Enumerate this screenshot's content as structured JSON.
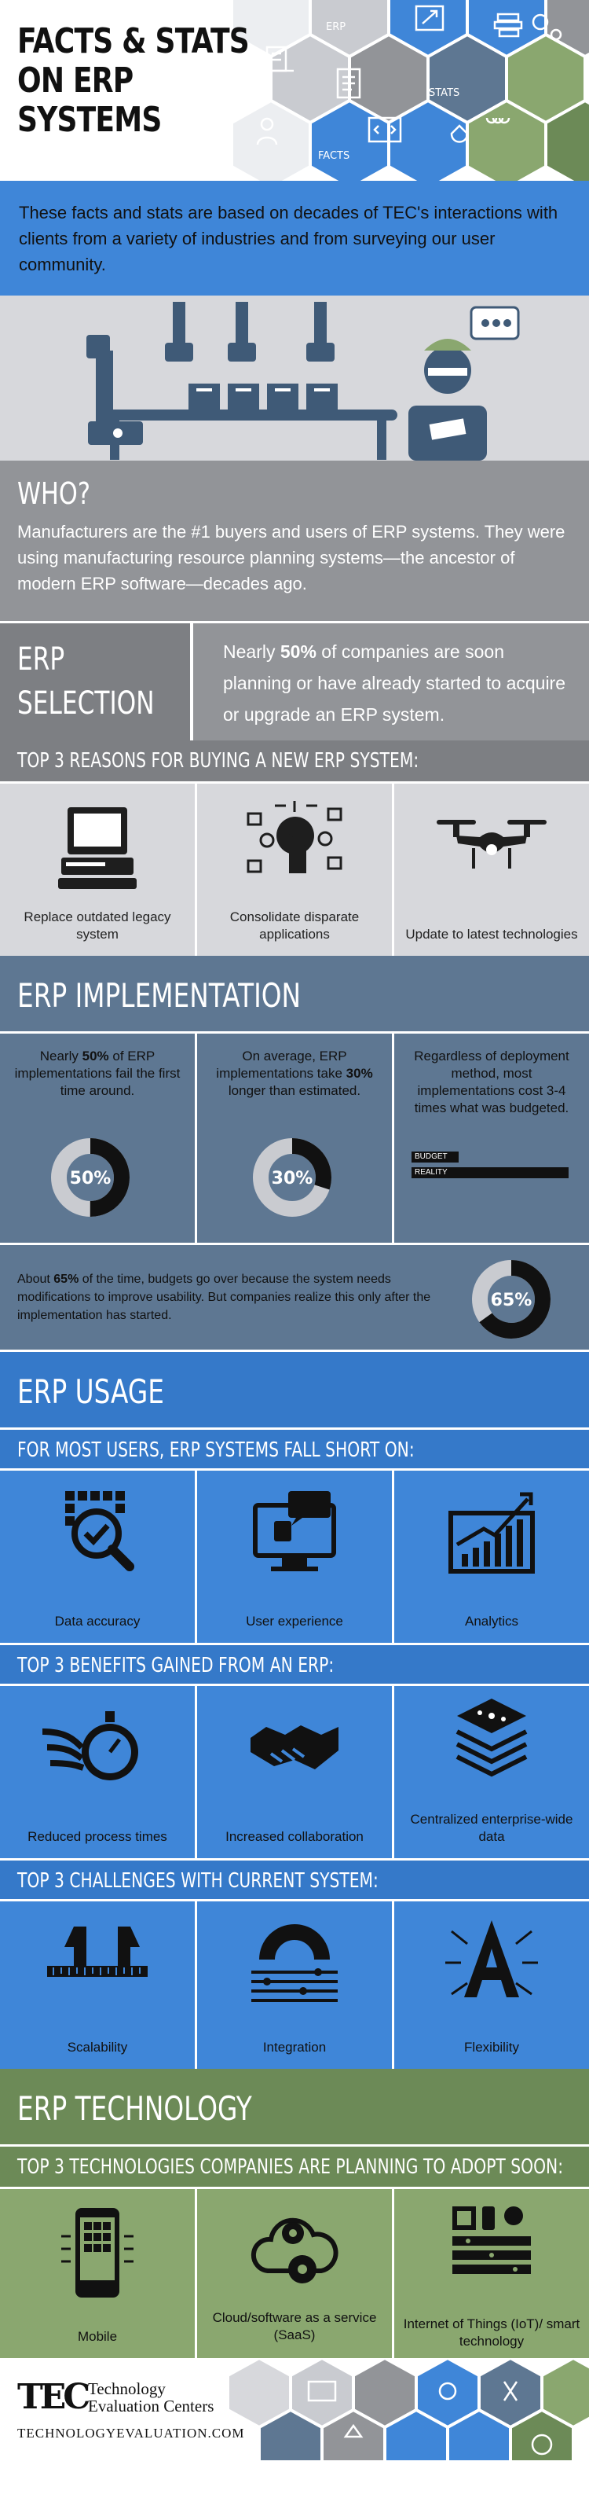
{
  "header": {
    "title_lines": [
      "FACTS & STATS",
      "ON ERP",
      "SYSTEMS"
    ],
    "hex_labels": [
      "ERP",
      "STATS",
      "FACTS"
    ]
  },
  "intro": "These facts and stats are based on decades of TEC's interactions with clients from a variety of industries and from surveying our user community.",
  "who": {
    "heading": "WHO?",
    "text": "Manufacturers are the #1 buyers and users of ERP systems. They were using manufacturing resource planning systems—the ancestor of modern ERP software—decades ago."
  },
  "selection": {
    "heading_line1": "ERP",
    "heading_line2": "SELECTION",
    "text_pre": "Nearly ",
    "text_bold": "50%",
    "text_post": " of companies are soon planning or have already started to acquire or upgrade an ERP system."
  },
  "reasons": {
    "heading": "TOP 3 REASONS FOR BUYING A NEW ERP SYSTEM:",
    "items": [
      "Replace outdated legacy system",
      "Consolidate disparate applications",
      "Update to latest technologies"
    ],
    "icons": [
      "computer-icon",
      "apps-hand-icon",
      "drone-icon"
    ]
  },
  "implementation": {
    "heading": "ERP IMPLEMENTATION",
    "stat1_pre": "Nearly ",
    "stat1_bold": "50%",
    "stat1_post": " of ERP implementations fail the first time around.",
    "stat1_donut": "50%",
    "stat1_value": 0.5,
    "stat2_pre": "On average, ERP implementations take ",
    "stat2_bold": "30%",
    "stat2_post": " longer than estimated.",
    "stat2_donut": "30%",
    "stat2_value": 0.3,
    "stat3_text": "Regardless of deployment method, most implementations cost 3-4 times what was budgeted.",
    "budget_label": "BUDGET",
    "reality_label": "REALITY",
    "budget_text_pre": "About ",
    "budget_text_bold": "65%",
    "budget_text_post": " of the time, budgets go over because the system needs modifications to improve usability. But companies realize this only after the implementation has started.",
    "budget_donut": "65%",
    "budget_value": 0.65
  },
  "usage": {
    "heading": "ERP USAGE",
    "shortfall_heading": "FOR MOST USERS, ERP SYSTEMS FALL SHORT ON:",
    "shortfall_items": [
      "Data accuracy",
      "User experience",
      "Analytics"
    ],
    "shortfall_icons": [
      "magnifier-check-icon",
      "desktop-chat-icon",
      "growth-chart-icon"
    ],
    "benefits_heading": "TOP 3 BENEFITS GAINED FROM AN ERP:",
    "benefits_items": [
      "Reduced process times",
      "Increased collaboration",
      "Centralized enterprise-wide data"
    ],
    "benefits_icons": [
      "stopwatch-icon",
      "handshake-icon",
      "layers-icon"
    ],
    "challenges_heading": "TOP 3 CHALLENGES WITH CURRENT SYSTEM:",
    "challenges_items": [
      "Scalability",
      "Integration",
      "Flexibility"
    ],
    "challenges_icons": [
      "caliper-icon",
      "gauge-icon",
      "letter-a-icon"
    ]
  },
  "technology": {
    "heading": "ERP TECHNOLOGY",
    "sub_heading": "TOP 3 TECHNOLOGIES COMPANIES ARE PLANNING TO ADOPT SOON:",
    "items": [
      "Mobile",
      "Cloud/software as a service (SaaS)",
      "Internet of Things (IoT)/ smart technology"
    ],
    "icons": [
      "mobile-icon",
      "cloud-gear-icon",
      "iot-devices-icon"
    ]
  },
  "footer": {
    "logo_text": "TEC",
    "org_line1": "Technology",
    "org_line2": "Evaluation Centers",
    "url": "TECHNOLOGYEVALUATION.COM"
  },
  "colors": {
    "blue": "#3f86d8",
    "grey": "#929498",
    "slate": "#5e7792",
    "green": "#6c8a57"
  }
}
